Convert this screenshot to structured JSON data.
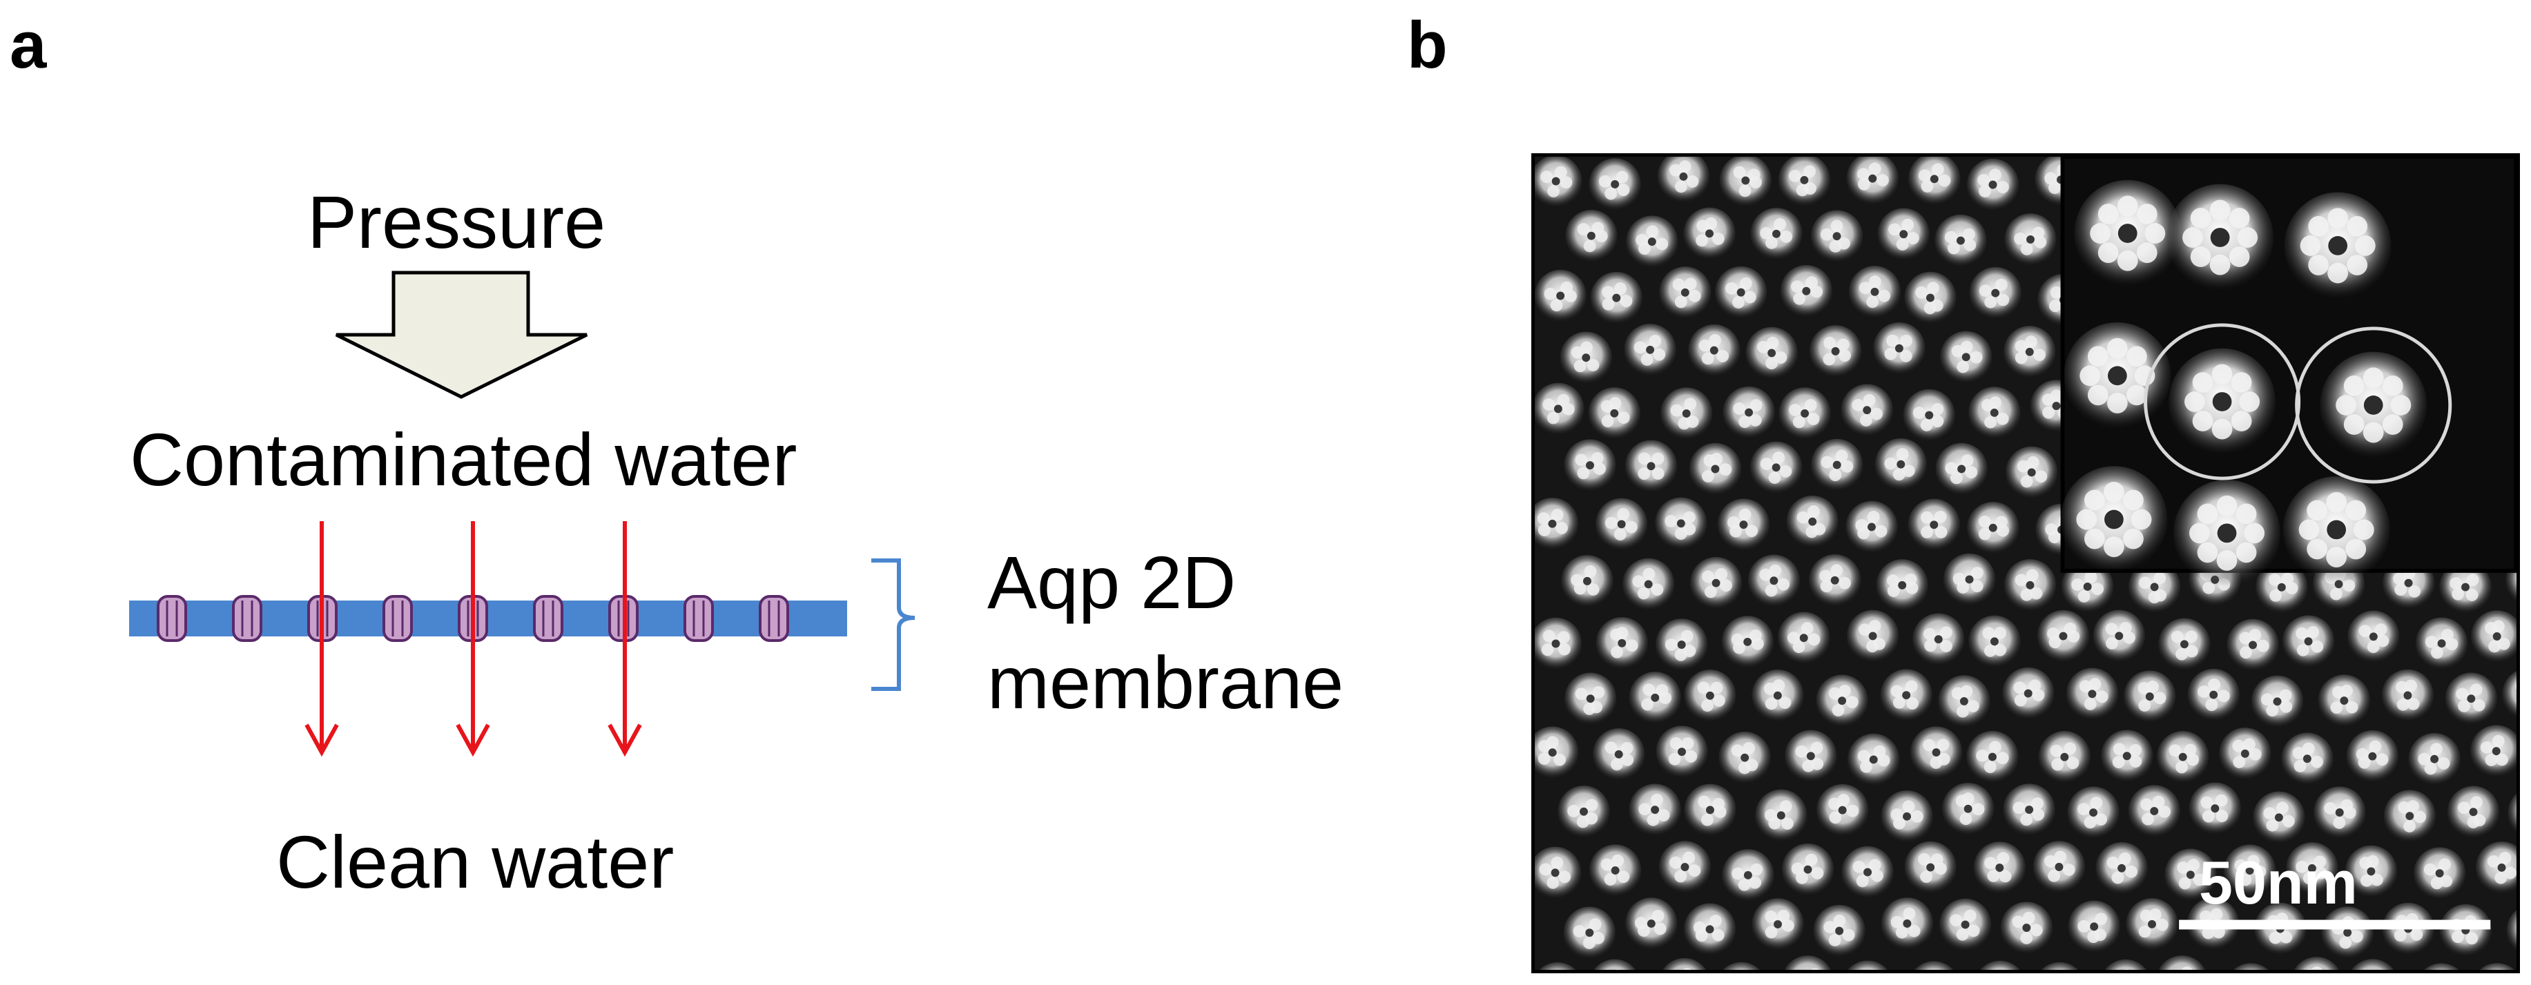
{
  "panels": {
    "a": {
      "label": "a",
      "pressure_label": "Pressure",
      "contaminated_label": "Contaminated water",
      "clean_label": "Clean water",
      "membrane_label_line1": "Aqp 2D",
      "membrane_label_line2": "membrane",
      "colors": {
        "membrane": "#4a86cf",
        "channel": "#c9a0c9",
        "arrow": "#e8141b",
        "pressure_arrow_fill": "#eeeee2",
        "bracket": "#4a86cf"
      },
      "channel_count": 9,
      "flow_arrow_count": 3
    },
    "b": {
      "label": "b",
      "scale_bar_label": "50nm"
    }
  }
}
